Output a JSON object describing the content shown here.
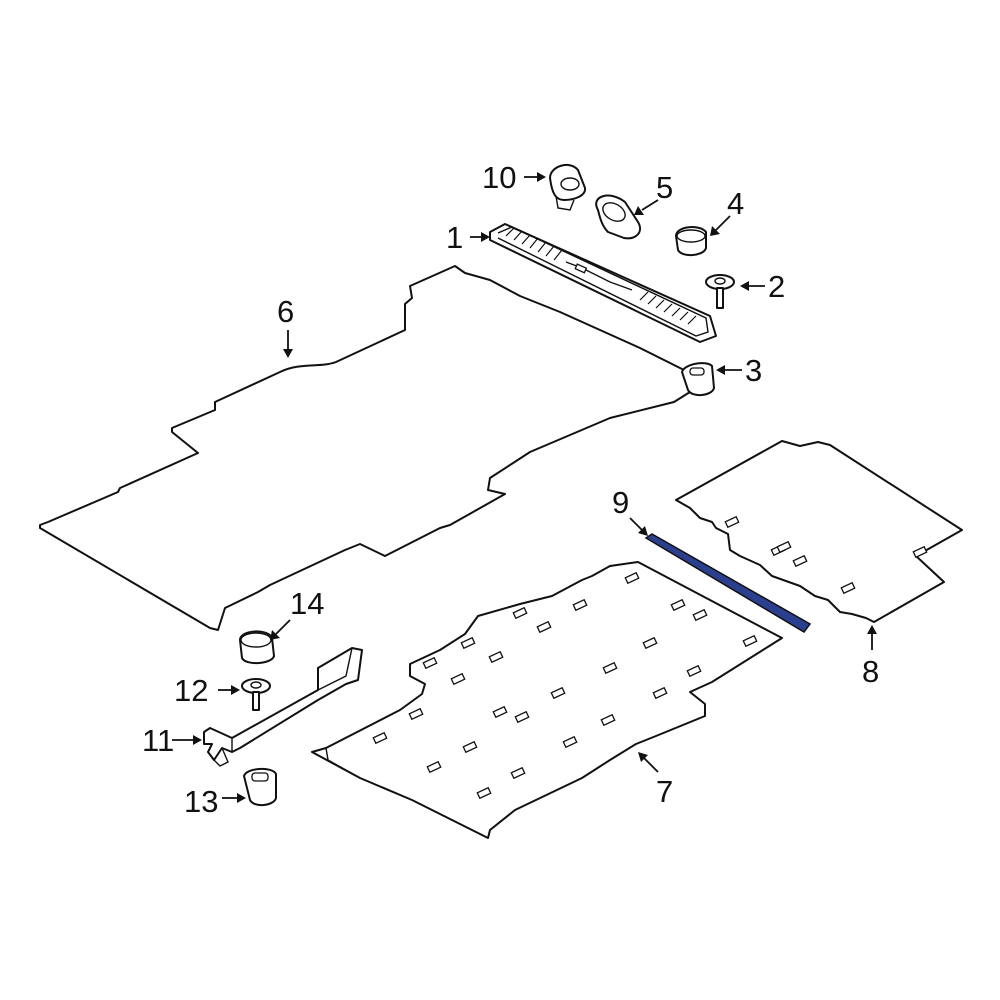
{
  "diagram": {
    "callouts": [
      {
        "id": "1",
        "label": "1"
      },
      {
        "id": "2",
        "label": "2"
      },
      {
        "id": "3",
        "label": "3"
      },
      {
        "id": "4",
        "label": "4"
      },
      {
        "id": "5",
        "label": "5"
      },
      {
        "id": "6",
        "label": "6"
      },
      {
        "id": "7",
        "label": "7"
      },
      {
        "id": "8",
        "label": "8"
      },
      {
        "id": "9",
        "label": "9"
      },
      {
        "id": "10",
        "label": "10"
      },
      {
        "id": "11",
        "label": "11"
      },
      {
        "id": "12",
        "label": "12"
      },
      {
        "id": "13",
        "label": "13"
      },
      {
        "id": "14",
        "label": "14"
      }
    ],
    "colors": {
      "line": "#111111",
      "background": "#ffffff",
      "highlight_part": "#2b3f8f"
    },
    "highlighted_callout": "9"
  }
}
